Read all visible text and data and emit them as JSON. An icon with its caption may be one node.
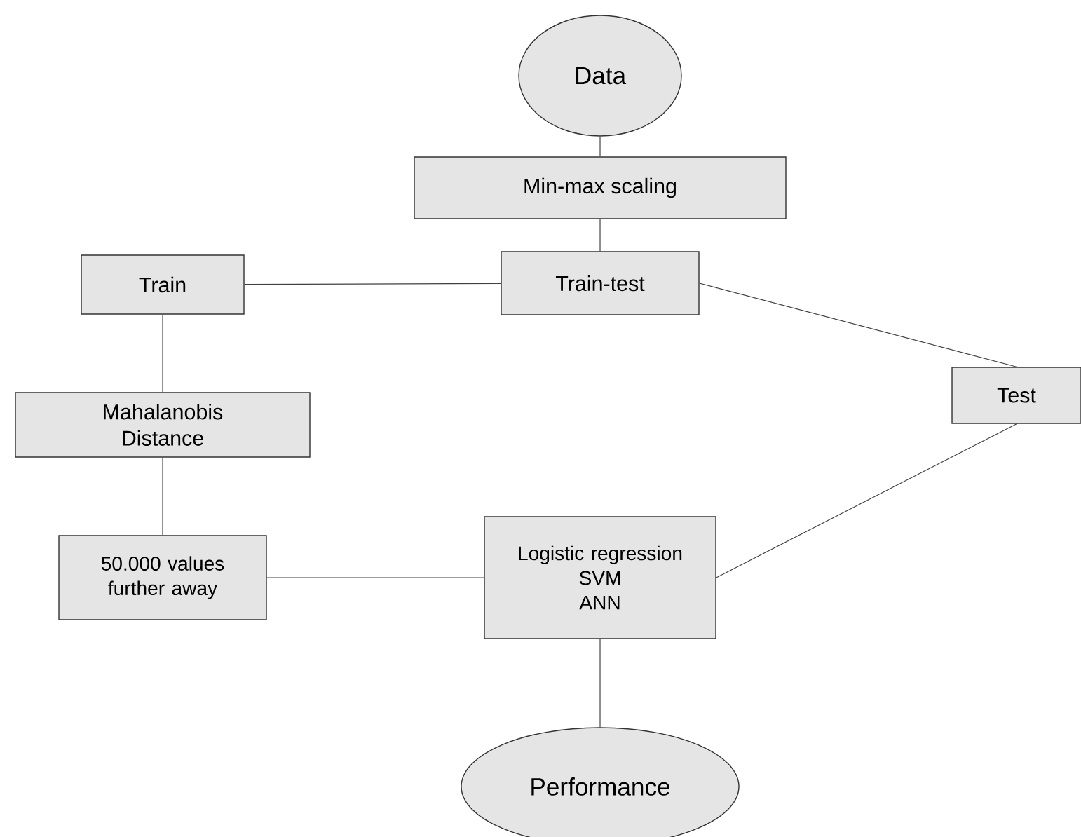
{
  "diagram": {
    "nodes": [
      {
        "text": [
          "Data"
        ]
      },
      {
        "text": [
          "Min-max scaling"
        ]
      },
      {
        "text": [
          "Train-test"
        ]
      },
      {
        "text": [
          "Train"
        ]
      },
      {
        "text": [
          "Test"
        ]
      },
      {
        "text": [
          "Mahalanobis Distance"
        ]
      },
      {
        "text": [
          "50.000 values further away"
        ]
      },
      {
        "text": [
          "Logistic regression",
          "SVM",
          "ANN"
        ]
      },
      {
        "text": [
          "Performance"
        ]
      }
    ],
    "edges": [
      {
        "from": 0,
        "to": 1,
        "arrow": "none"
      },
      {
        "from": 1,
        "to": 2,
        "arrow": "none"
      },
      {
        "from": 2,
        "to": 3,
        "arrow": "none"
      },
      {
        "from": 2,
        "to": 4,
        "arrow": "none"
      },
      {
        "from": 3,
        "to": 5,
        "arrow": "none"
      },
      {
        "from": 5,
        "to": 6,
        "arrow": "none"
      },
      {
        "from": 6,
        "to": 7,
        "arrow": "none"
      },
      {
        "from": 4,
        "to": 7,
        "arrow": "none"
      },
      {
        "from": 7,
        "to": 8,
        "arrow": "none"
      }
    ]
  }
}
